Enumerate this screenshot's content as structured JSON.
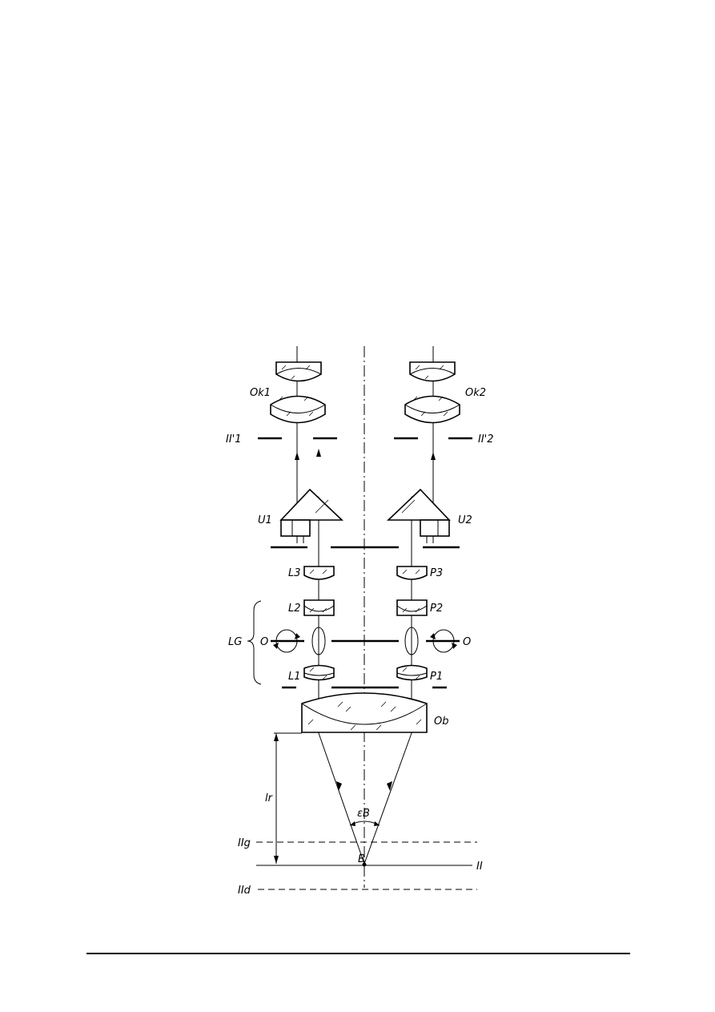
{
  "labels": {
    "ok1": "Ok1",
    "ok2": "Ok2",
    "ii1": "II'1",
    "ii2": "II'2",
    "u1": "U1",
    "u2": "U2",
    "l3": "L3",
    "p3": "P3",
    "l2": "L2",
    "p2": "P2",
    "lg": "LG",
    "o_left": "O",
    "o_right": "O",
    "l1": "L1",
    "p1": "P1",
    "ob": "Ob",
    "lr": "lr",
    "eps": "εB",
    "iig": "IIg",
    "b": "B",
    "ii": "II",
    "iid": "IId"
  }
}
